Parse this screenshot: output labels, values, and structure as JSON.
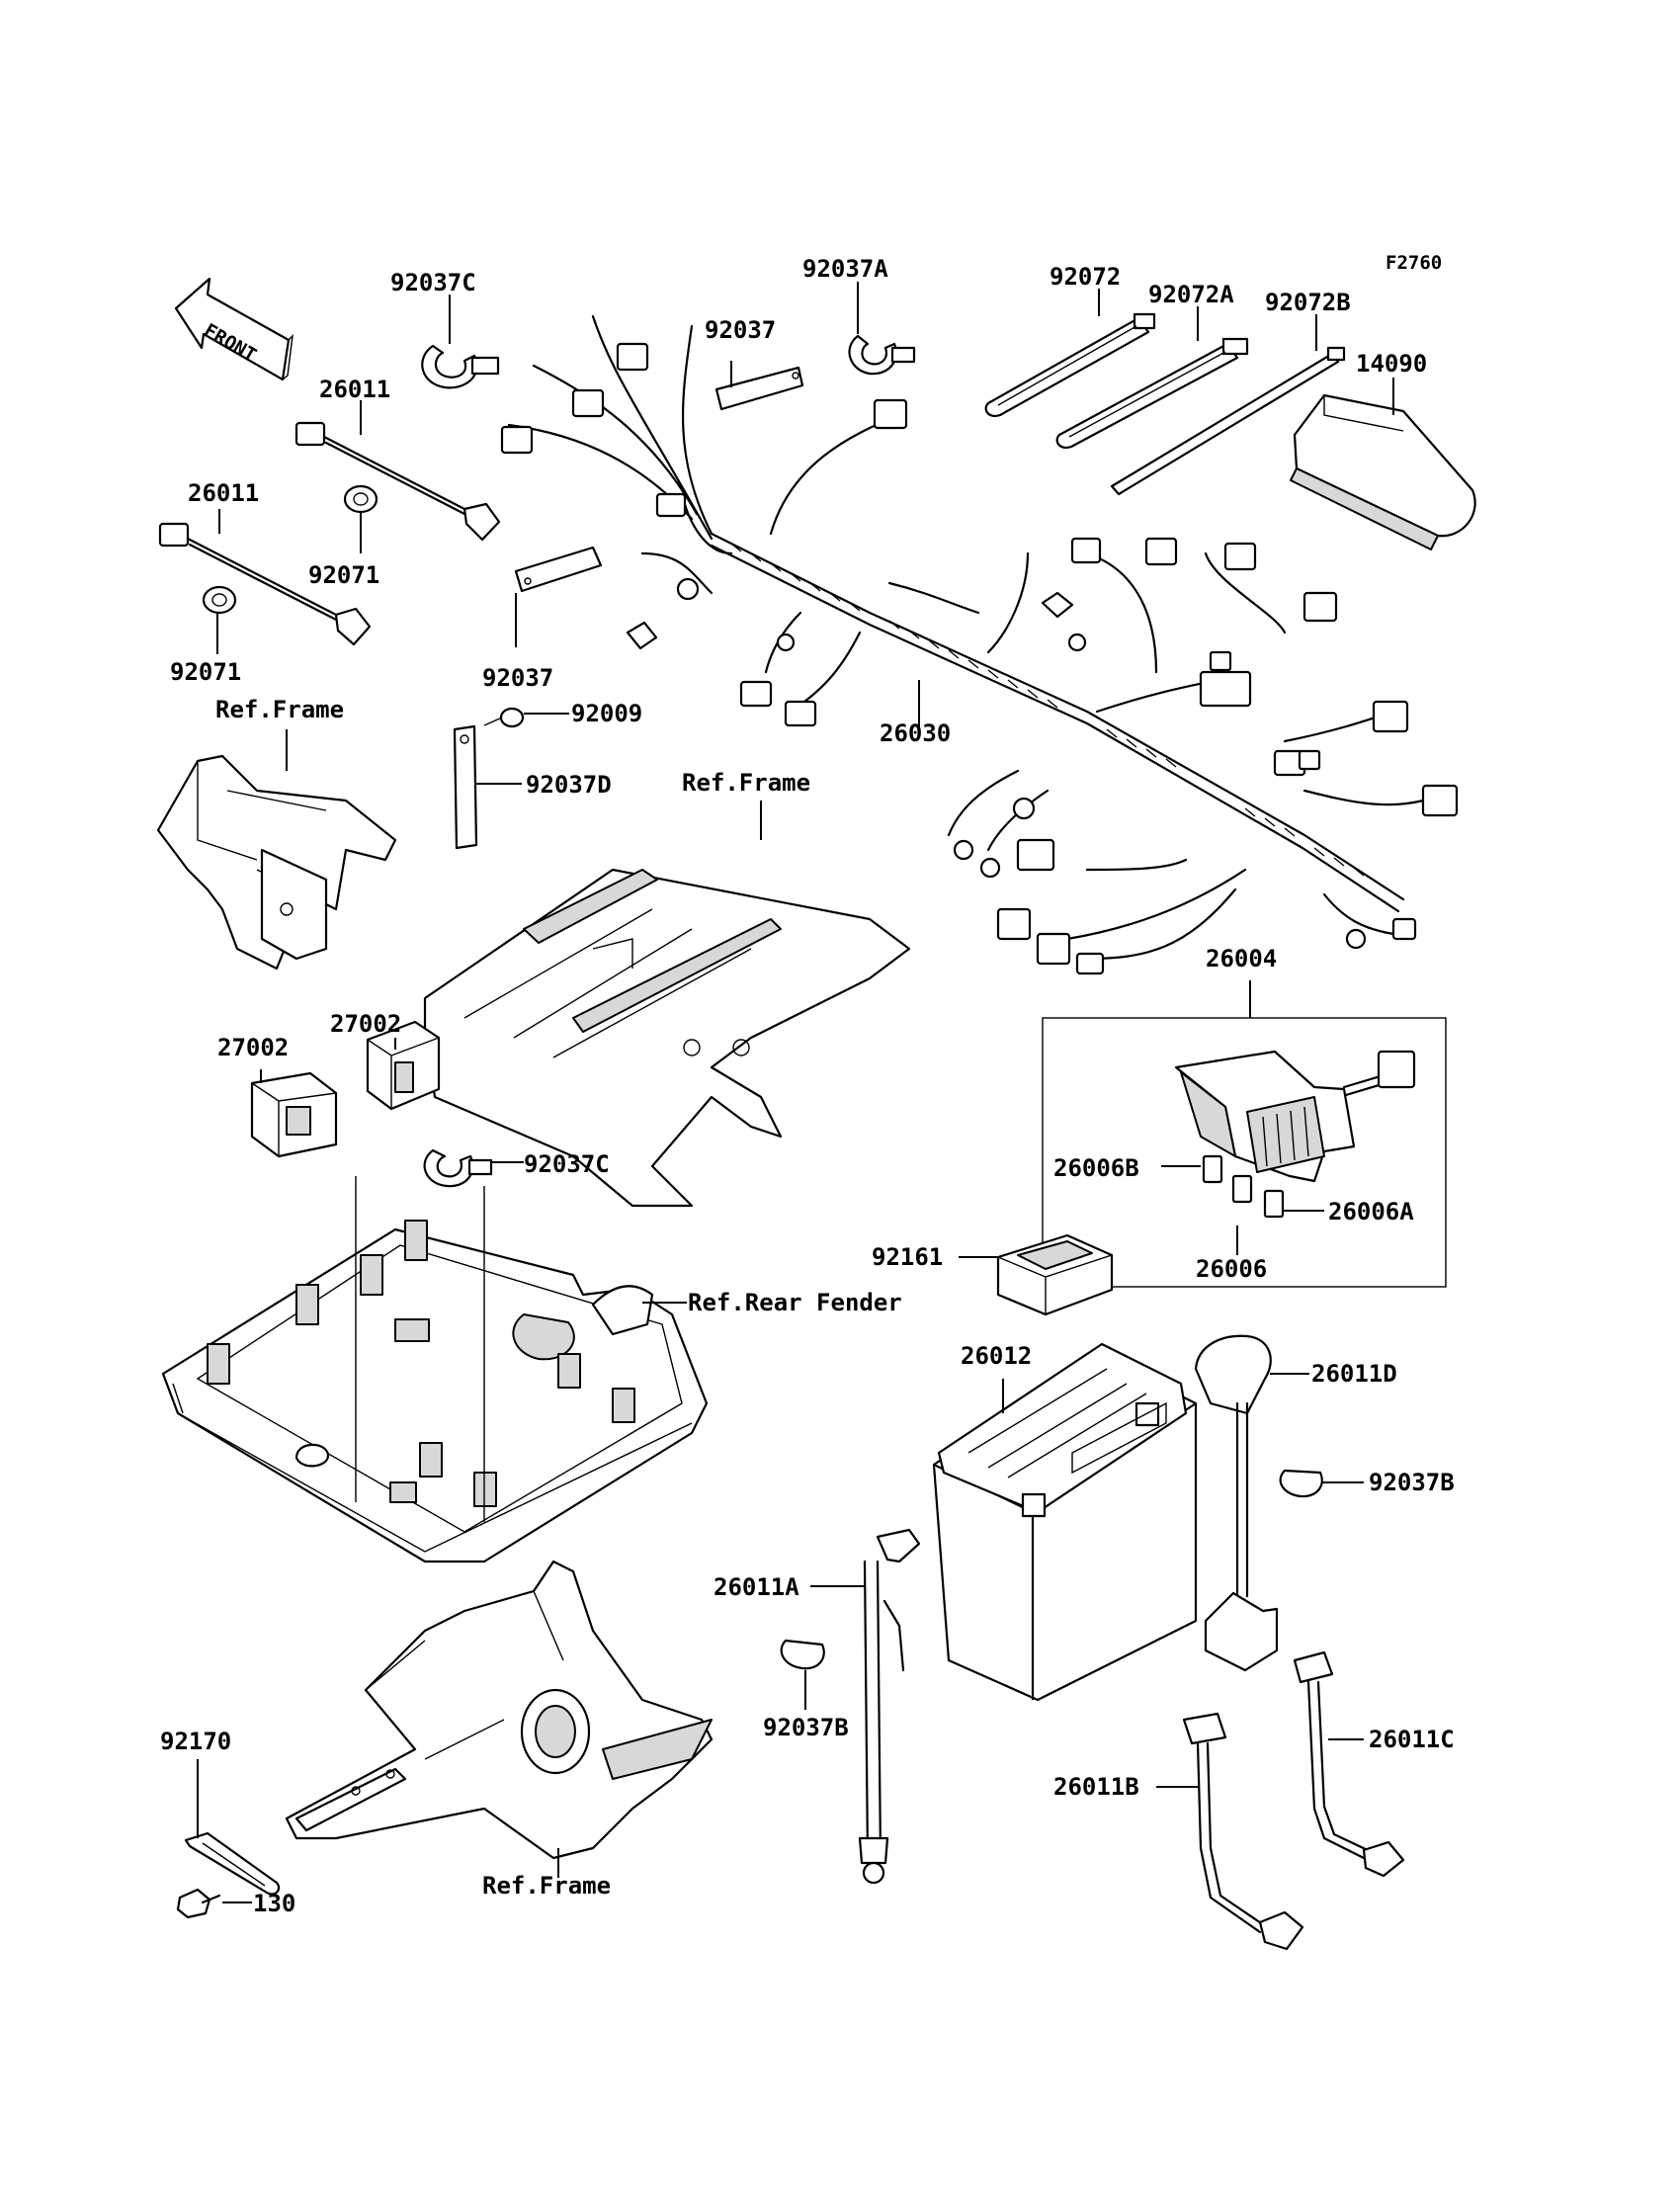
{
  "figure_code": "F2760",
  "front_arrow": "FRONT",
  "labels": {
    "l_92037C_top": "92037C",
    "l_92037A": "92037A",
    "l_92072": "92072",
    "l_92072A": "92072A",
    "l_92072B": "92072B",
    "l_14090": "14090",
    "l_92037_top": "92037",
    "l_26011_a": "26011",
    "l_26011_b": "26011",
    "l_92071_a": "92071",
    "l_92071_b": "92071",
    "l_92037_mid": "92037",
    "l_refframe_1": "Ref.Frame",
    "l_92009": "92009",
    "l_92037D": "92037D",
    "l_refframe_2": "Ref.Frame",
    "l_26030": "26030",
    "l_26004": "26004",
    "l_27002_a": "27002",
    "l_27002_b": "27002",
    "l_92037C_mid": "92037C",
    "l_26006B": "26006B",
    "l_26006A": "26006A",
    "l_26006": "26006",
    "l_92161": "92161",
    "l_refrearfender": "Ref.Rear Fender",
    "l_26012": "26012",
    "l_26011D": "26011D",
    "l_92037B_r": "92037B",
    "l_26011A": "26011A",
    "l_92037B_l": "92037B",
    "l_92170": "92170",
    "l_26011C": "26011C",
    "l_26011B": "26011B",
    "l_refframe_3": "Ref.Frame",
    "l_130": "130"
  }
}
